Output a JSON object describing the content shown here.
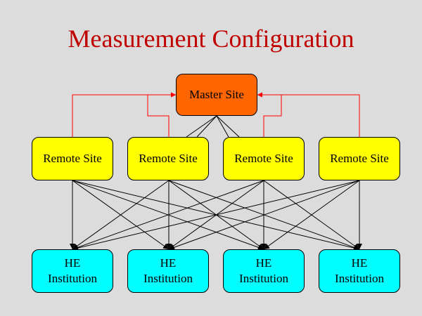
{
  "title": "Measurement Configuration",
  "colors": {
    "background": "#dcdcdc",
    "title": "#c00000",
    "master_fill": "#ff6600",
    "remote_fill": "#ffff00",
    "he_fill": "#00ffff",
    "feedback_line": "#ff0000",
    "data_line": "#000000"
  },
  "master": {
    "label": "Master Site"
  },
  "remote_sites": [
    {
      "label": "Remote Site"
    },
    {
      "label": "Remote Site"
    },
    {
      "label": "Remote Site"
    },
    {
      "label": "Remote Site"
    }
  ],
  "he_institutions": [
    {
      "label": "HE\nInstitution"
    },
    {
      "label": "HE\nInstitution"
    },
    {
      "label": "HE\nInstitution"
    },
    {
      "label": "HE\nInstitution"
    }
  ]
}
